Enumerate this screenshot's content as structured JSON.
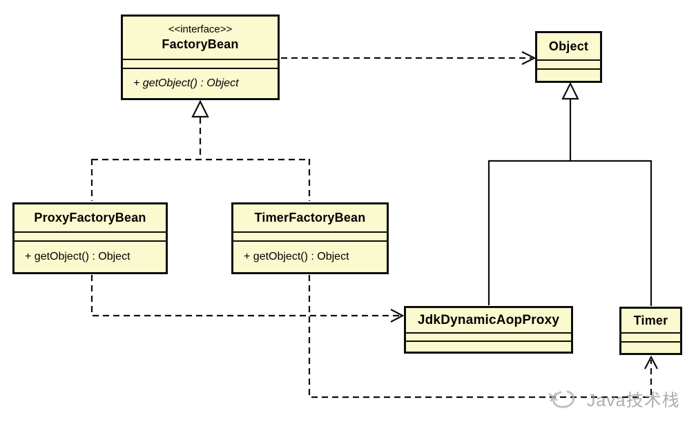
{
  "diagram": {
    "type": "uml-class-diagram",
    "nodes": {
      "factorybean": {
        "stereotype": "<<interface>>",
        "name": "FactoryBean",
        "attributes": [],
        "methods": [
          "+ getObject() : Object"
        ]
      },
      "object": {
        "name": "Object",
        "attributes": [],
        "methods": []
      },
      "proxyfactorybean": {
        "name": "ProxyFactoryBean",
        "attributes": [],
        "methods": [
          "+ getObject() : Object"
        ]
      },
      "timerfactorybean": {
        "name": "TimerFactoryBean",
        "attributes": [],
        "methods": [
          "+ getObject() : Object"
        ]
      },
      "jdkdynamicaopproxy": {
        "name": "JdkDynamicAopProxy",
        "attributes": [],
        "methods": []
      },
      "timer": {
        "name": "Timer",
        "attributes": [],
        "methods": []
      }
    },
    "relationships": [
      {
        "from": "FactoryBean",
        "to": "Object",
        "type": "dependency",
        "line": "dashed",
        "arrow": "open"
      },
      {
        "from": "ProxyFactoryBean",
        "to": "FactoryBean",
        "type": "realization",
        "line": "dashed",
        "arrow": "hollow-triangle"
      },
      {
        "from": "TimerFactoryBean",
        "to": "FactoryBean",
        "type": "realization",
        "line": "dashed",
        "arrow": "hollow-triangle"
      },
      {
        "from": "JdkDynamicAopProxy",
        "to": "Object",
        "type": "generalization",
        "line": "solid",
        "arrow": "hollow-triangle"
      },
      {
        "from": "Timer",
        "to": "Object",
        "type": "generalization",
        "line": "solid",
        "arrow": "hollow-triangle"
      },
      {
        "from": "ProxyFactoryBean",
        "to": "JdkDynamicAopProxy",
        "type": "dependency",
        "line": "dashed",
        "arrow": "open"
      },
      {
        "from": "TimerFactoryBean",
        "to": "Timer",
        "type": "dependency",
        "line": "dashed",
        "arrow": "open"
      }
    ],
    "watermark": {
      "text": "Java技术栈"
    },
    "colors": {
      "node_fill": "#fbf9ce",
      "node_border": "#0d0d0d",
      "connector": "#0d0d0d",
      "watermark_text": "#9c9c9c",
      "background": "#ffffff"
    }
  }
}
